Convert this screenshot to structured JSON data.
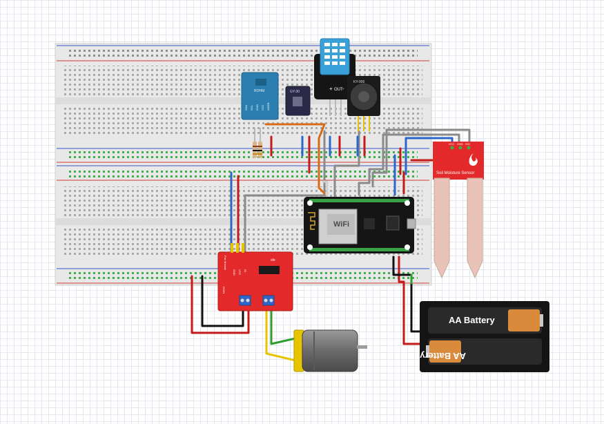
{
  "labels": {
    "dht_pins": [
      "+",
      "OUT",
      "-"
    ],
    "moisture_pins": [
      "VCC",
      "GND",
      "SIG"
    ],
    "moisture_title": "Soil Moisture Sensor",
    "battery_top": "AA Battery",
    "battery_bottom": "AA Battery",
    "lcd_board": "ROHM",
    "lcd_pins": [
      "SDA",
      "SCL",
      "GND",
      "VCC",
      "ADDR"
    ],
    "gy_board": "GY-30",
    "speaker_board": "KY-006",
    "wifi_text": "WiFi",
    "driver_board": "Fan Module",
    "driver_pins": [
      "GND",
      "VCC",
      "IN"
    ],
    "driver_brand": "sfe",
    "driver_side": "IN1IN"
  },
  "colors": {
    "breadboard": "#e9e9e9",
    "rail_red": "#d43a3a",
    "rail_blue": "#3a56c9",
    "wire_red": "#c41a1a",
    "wire_black": "#111111",
    "wire_blue": "#2e66c7",
    "wire_grey": "#8a8a8a",
    "wire_orange": "#d76a17",
    "wire_yellow": "#e8c400",
    "wire_green": "#2f9e2f",
    "board_red": "#e32929",
    "nodemcu": "#151515",
    "dht_blue": "#3aa0d8",
    "lcd_teal": "#2b7fb0",
    "battery_holder": "#141414",
    "battery_copper": "#d98a3b"
  },
  "icons": [
    "wifi-icon",
    "usb-port-icon",
    "sparkfun-flame-icon"
  ]
}
